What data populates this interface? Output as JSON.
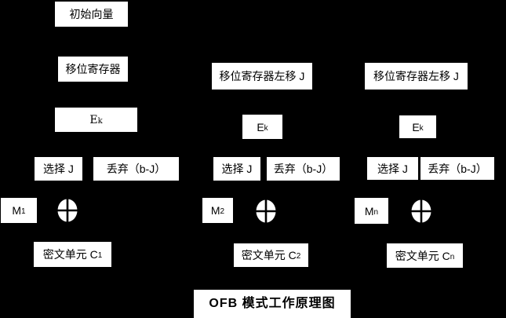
{
  "diagram": {
    "title": "OFB 模式工作原理图",
    "colors": {
      "background": "#000000",
      "box_fill": "#ffffff",
      "box_text": "#000000"
    }
  },
  "columns": [
    {
      "initial_vector": "初始向量",
      "shift_register": "移位寄存器",
      "cipher": {
        "main": "E",
        "sub": "k"
      },
      "select": "选择 J",
      "discard": "丢弃（b-J）",
      "message": {
        "main": "M",
        "sub": "1"
      },
      "xor_icon": "xor-circle",
      "ciphertext": {
        "main": "密文单元 C",
        "sub": "1"
      }
    },
    {
      "shift_register": "移位寄存器左移 J",
      "cipher": {
        "main": "E",
        "sub": "k"
      },
      "select": "选择 J",
      "discard": "丢弃（b-J）",
      "message": {
        "main": "M",
        "sub": "2"
      },
      "xor_icon": "xor-circle",
      "ciphertext": {
        "main": "密文单元 C",
        "sub": "2"
      }
    },
    {
      "shift_register": "移位寄存器左移 J",
      "cipher": {
        "main": "E",
        "sub": "k"
      },
      "select": "选择 J",
      "discard": "丢弃（b-J）",
      "message": {
        "main": "M",
        "sub": "n"
      },
      "xor_icon": "xor-circle",
      "ciphertext": {
        "main": "密文单元 C",
        "sub": "n"
      }
    }
  ]
}
